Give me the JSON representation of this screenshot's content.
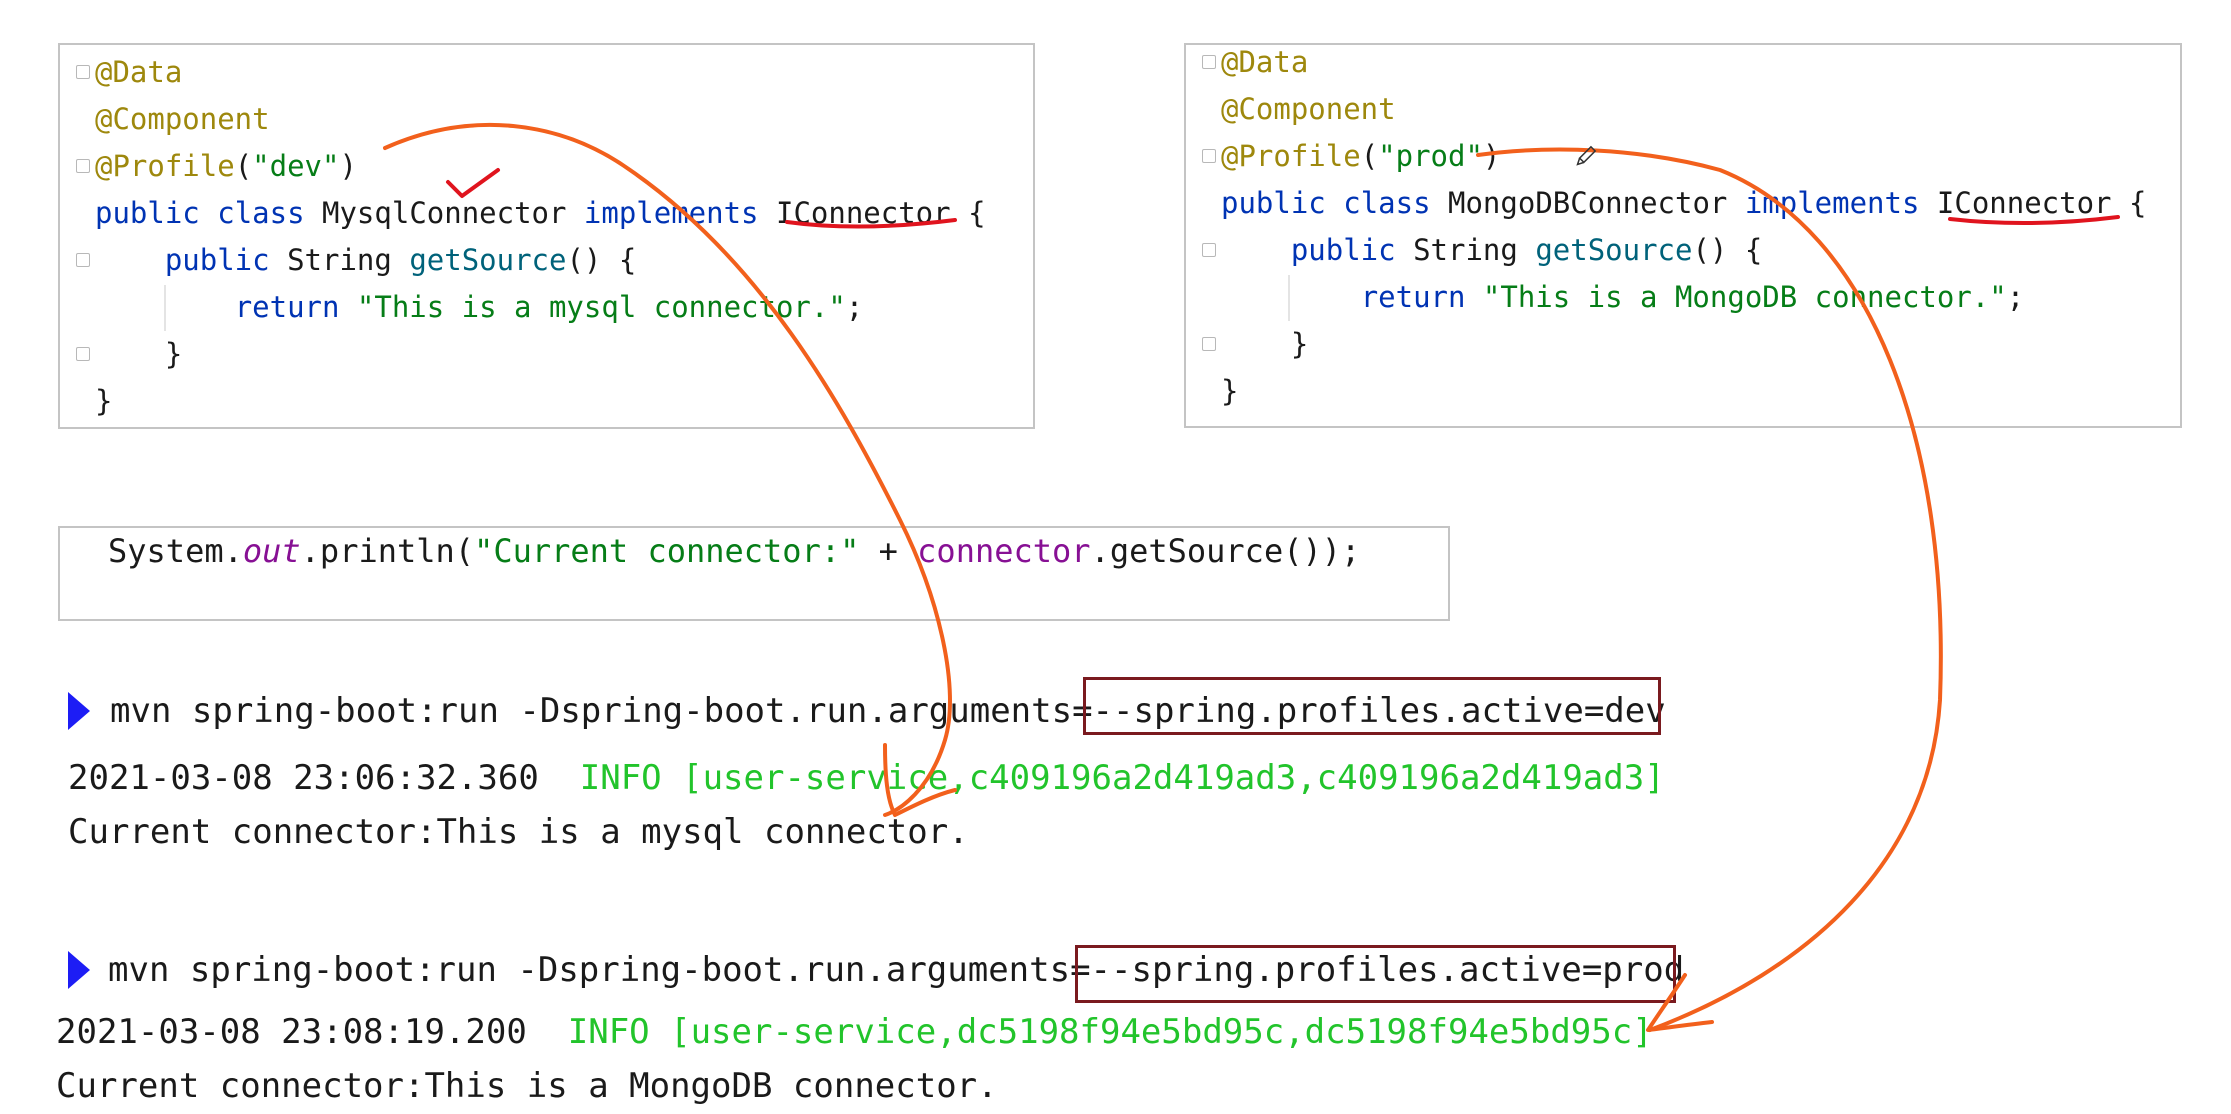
{
  "mysql_panel": {
    "lines": [
      "@Data",
      "@Component",
      "@Profile",
      "(",
      "\"dev\"",
      ")",
      "public",
      "class",
      "MysqlConnector",
      "implements",
      "IConnector",
      "{",
      "public",
      "String",
      "getSource",
      "() {",
      "return",
      "\"This is a mysql connector.\"",
      ";",
      "}",
      "}"
    ]
  },
  "mongo_panel": {
    "lines": [
      "@Data",
      "@Component",
      "@Profile",
      "(",
      "\"prod\"",
      ")",
      "public",
      "class",
      "MongoDBConnector",
      "implements",
      "IConnector",
      "{",
      "public",
      "String",
      "getSource",
      "() {",
      "return",
      "\"This is a MongoDB connector.\"",
      ";",
      "}",
      "}"
    ]
  },
  "println_panel": {
    "obj": "System.",
    "field": "out",
    "method": ".println(",
    "str": "\"Current connector:\"",
    "plus": " + ",
    "var": "connector",
    "call": ".getSource());"
  },
  "terminal": {
    "dev": {
      "command": "mvn spring-boot:run -Dspring-boot.run.arguments=",
      "arg": "--spring.profiles.active=dev",
      "timestamp": "2021-03-08 23:06:32.360",
      "info": "INFO [user-service,c409196a2d419ad3,c409196a2d419ad3]",
      "output": "Current connector:This is a mysql connector."
    },
    "prod": {
      "command": "mvn spring-boot:run -Dspring-boot.run.arguments=",
      "arg": "--spring.profiles.active=prod",
      "timestamp": "2021-03-08 23:08:19.200",
      "info": "INFO [user-service,dc5198f94e5bd95c,dc5198f94e5bd95c]",
      "output": "Current connector:This is a MongoDB connector."
    }
  },
  "colors": {
    "annotation": "#9e880d",
    "keyword": "#0033b3",
    "string": "#067d17",
    "method": "#00627a",
    "info_green": "#22c42b",
    "prompt_blue": "#1d1df5",
    "highlight_box": "#7a1a1f",
    "ink_orange": "#f2601c",
    "ink_red": "#e0141e"
  },
  "icons": [
    "fold-marker-icon",
    "prompt-arrow-icon",
    "pen-cursor-icon"
  ]
}
